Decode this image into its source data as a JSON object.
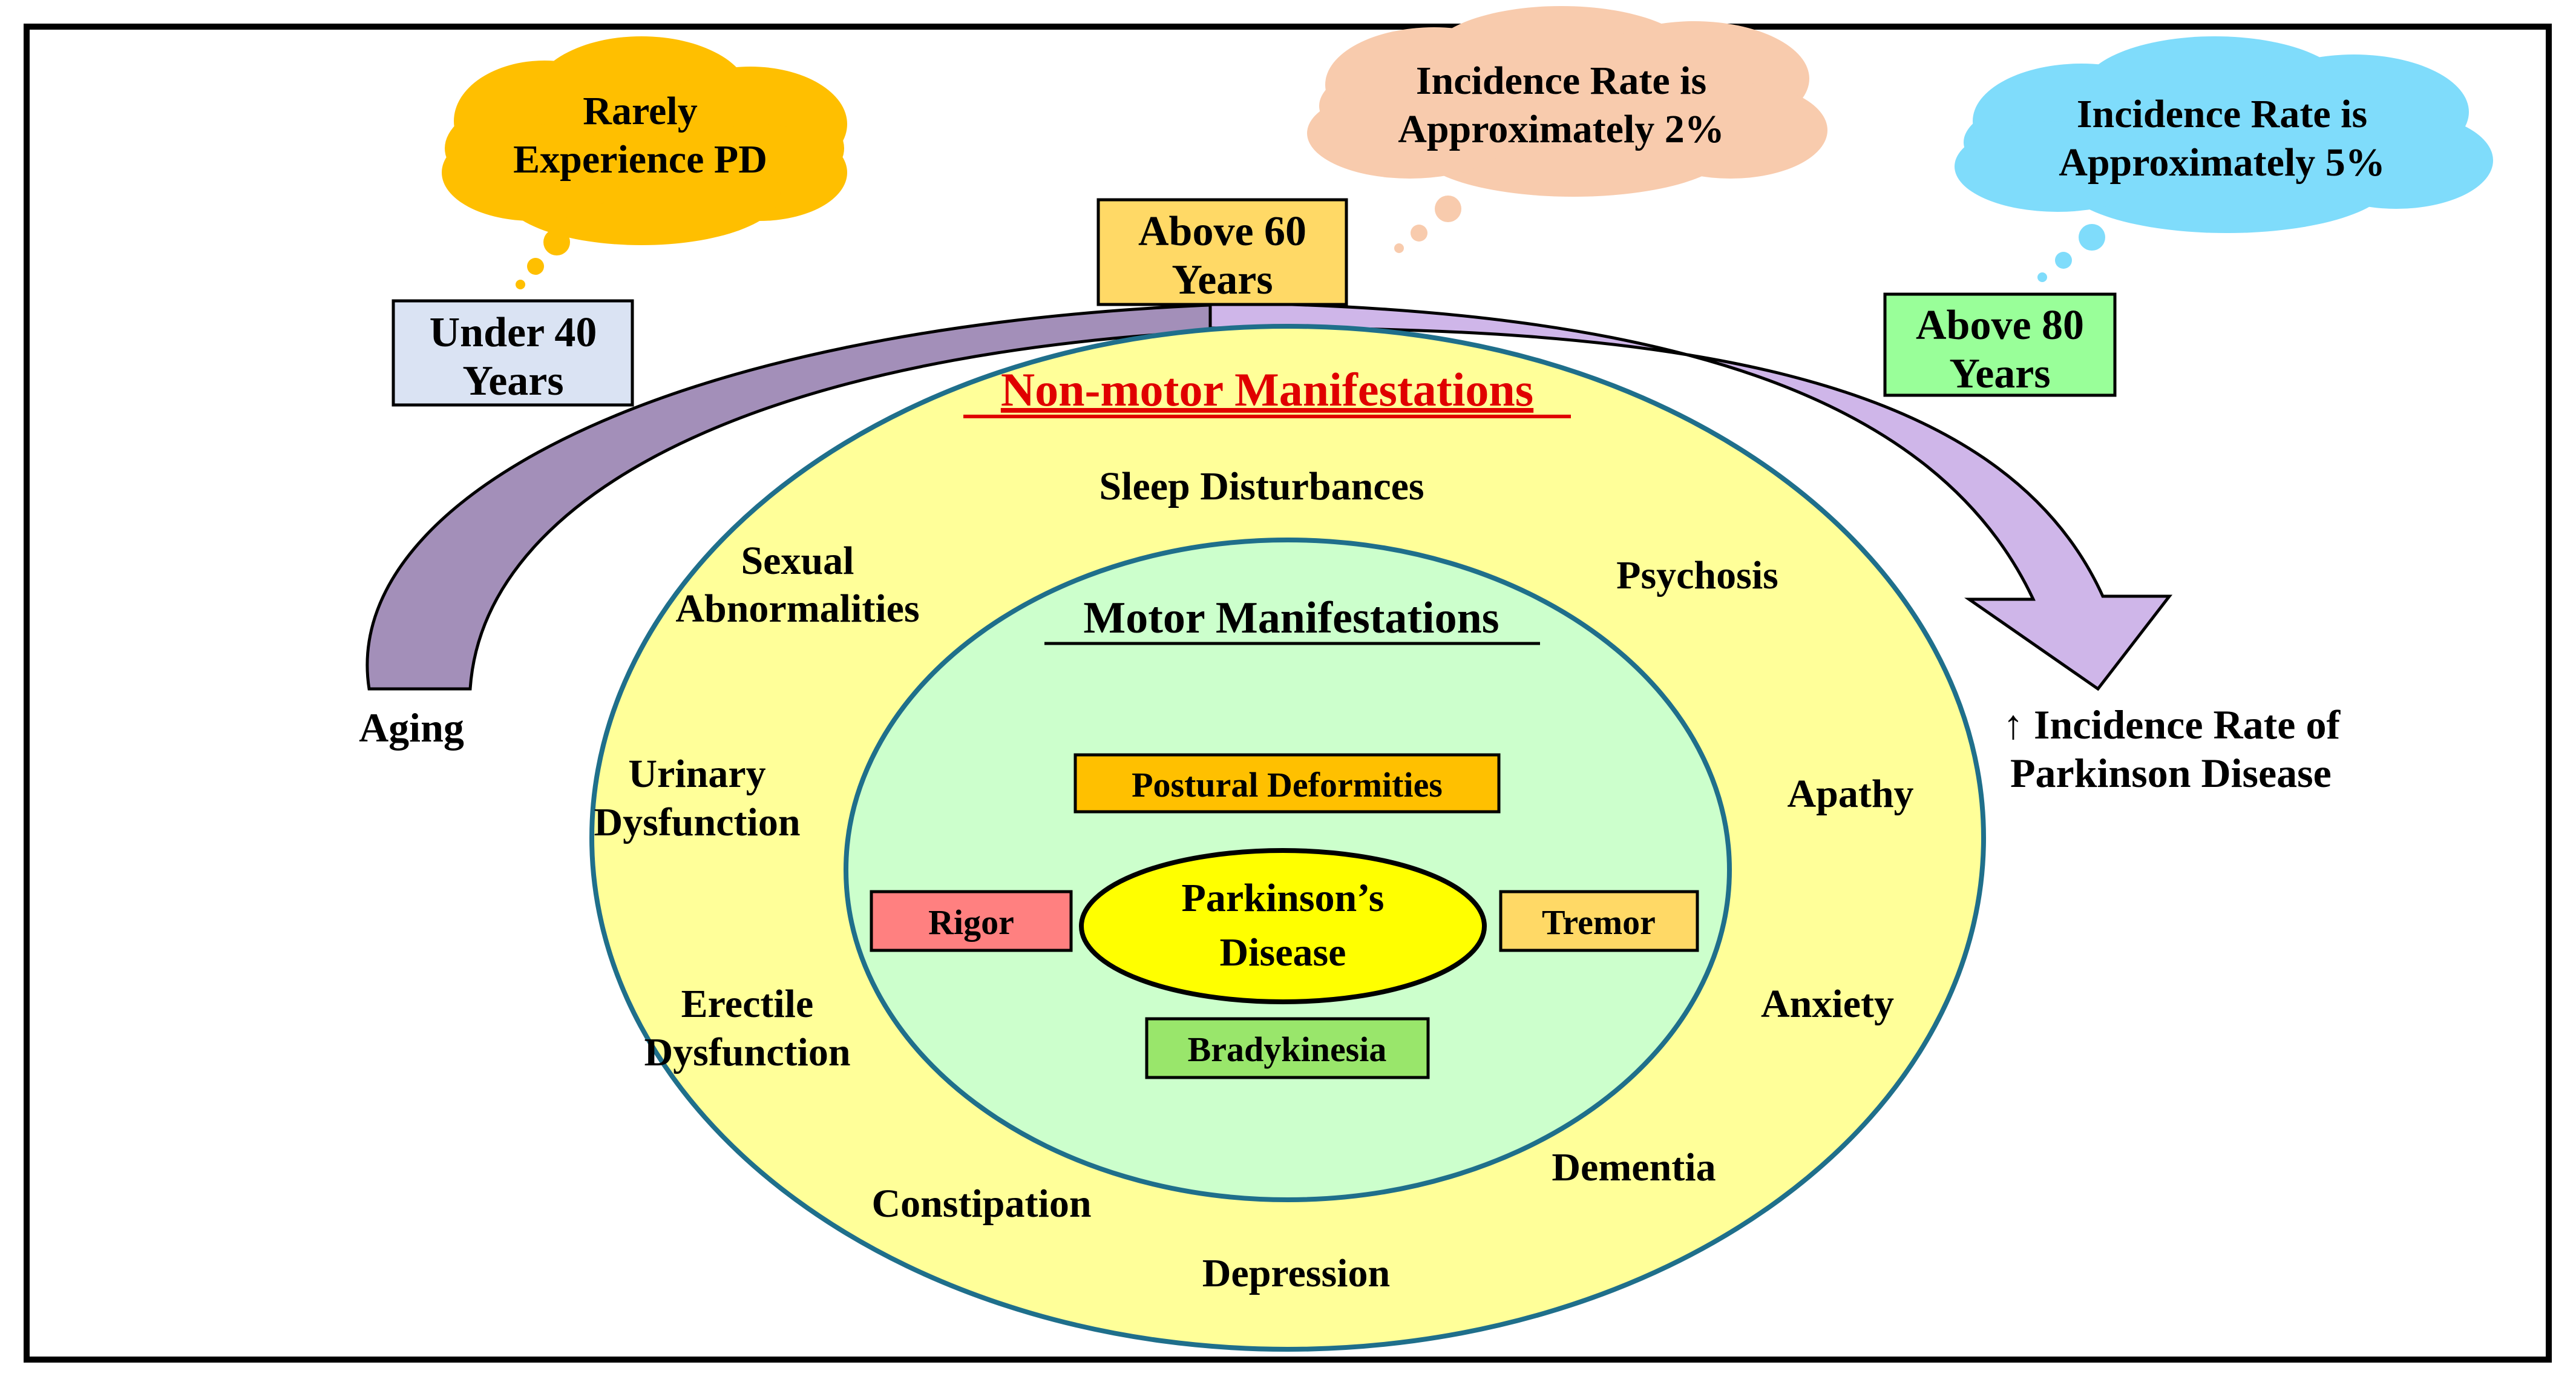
{
  "colors": {
    "outer_oval": "#ffff99",
    "inner_oval": "#ccffcc",
    "oval_stroke": "#1f6f8b",
    "center_oval": "#ffff00",
    "arrow_left": "#a38fb9",
    "arrow_right": "#cfb6e9",
    "cloud_rarely": "#ffbf00",
    "cloud_2pct": "#f8cbad",
    "cloud_5pct": "#7fdcfb",
    "box_under40": "#dae3f3",
    "box_above60": "#ffd966",
    "box_above80": "#99ff99",
    "postural": "#ffc000",
    "rigor": "#ff8080",
    "tremor": "#ffd966",
    "bradykinesia": "#99e66b",
    "nonmotor_title": "#e00000"
  },
  "clouds": {
    "rarely": [
      "Rarely",
      "Experience PD"
    ],
    "rate2": [
      "Incidence Rate is",
      "Approximately 2%"
    ],
    "rate5": [
      "Incidence Rate is",
      "Approximately 5%"
    ]
  },
  "ages": {
    "under40": [
      "Under 40",
      "Years"
    ],
    "above60": [
      "Above 60",
      "Years"
    ],
    "above80": [
      "Above 80",
      "Years"
    ]
  },
  "aging_label": "Aging",
  "incidence_label": [
    "↑ Incidence Rate of",
    "Parkinson Disease"
  ],
  "nonmotor": {
    "title": "Non-motor Manifestations",
    "sleep": "Sleep Disturbances",
    "sexual": [
      "Sexual",
      "Abnormalities"
    ],
    "psychosis": "Psychosis",
    "urinary": [
      "Urinary",
      "Dysfunction"
    ],
    "apathy": "Apathy",
    "erectile": [
      "Erectile",
      "Dysfunction"
    ],
    "anxiety": "Anxiety",
    "constipation": "Constipation",
    "dementia": "Dementia",
    "depression": "Depression"
  },
  "motor": {
    "title": "Motor Manifestations",
    "postural": "Postural Deformities",
    "rigor": "Rigor",
    "tremor": "Tremor",
    "bradykinesia": "Bradykinesia"
  },
  "center": [
    "Parkinson’s",
    "Disease"
  ]
}
